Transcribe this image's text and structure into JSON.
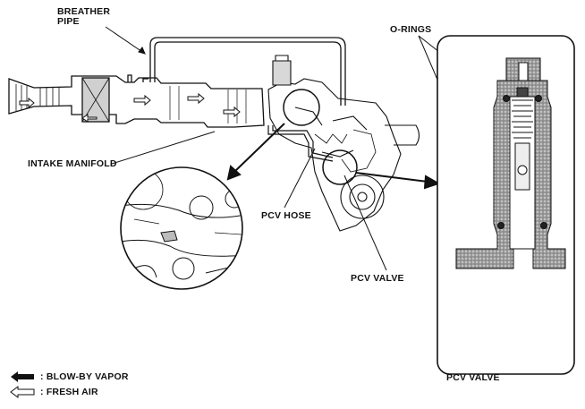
{
  "labels": {
    "breather_pipe_line1": "BREATHER",
    "breather_pipe_line2": "PIPE",
    "intake_manifold": "INTAKE MANIFOLD",
    "pcv_hose": "PCV HOSE",
    "pcv_valve_center": "PCV VALVE",
    "o_rings": "O-RINGS",
    "pcv_valve_detail": "PCV VALVE"
  },
  "legend": {
    "blow_by": ": BLOW-BY VAPOR",
    "fresh_air": ": FRESH AIR"
  },
  "colors": {
    "ink": "#111111",
    "shade": "#8a8a8a",
    "light_shade": "#c8c8c8",
    "paper": "#ffffff"
  },
  "icons": {
    "blow_by": "solid-arrow-left-icon",
    "fresh_air": "hollow-arrow-left-icon"
  }
}
